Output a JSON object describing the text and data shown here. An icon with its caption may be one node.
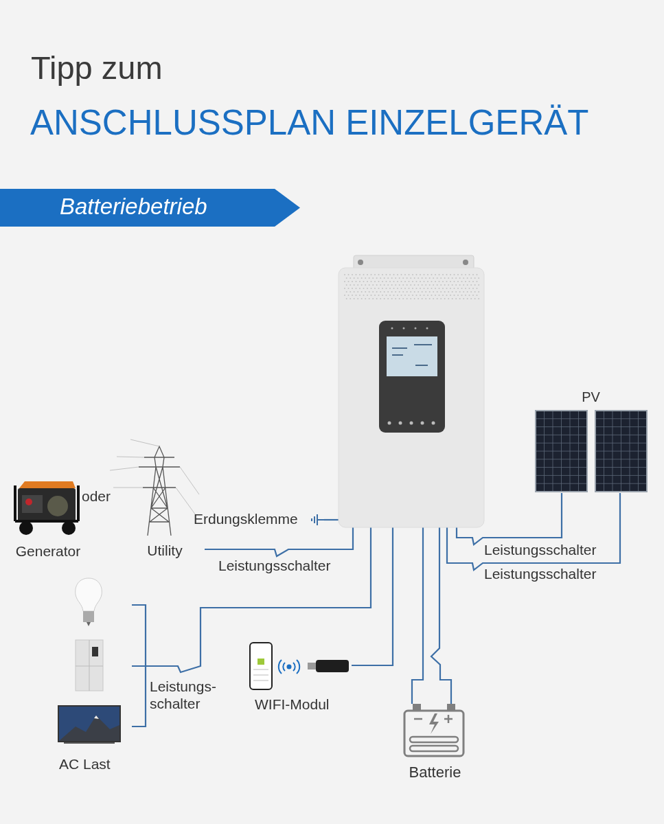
{
  "diagram": {
    "title": "ANSCHLUSSPLAN EINZELGERÄT",
    "nodes": [
      {
        "text": [
          "Batteriebetrieb"
        ]
      },
      {
        "text": [],
        "shape": "picture"
      },
      {
        "text": [
          "PV"
        ]
      },
      {
        "text": [
          "Generator"
        ]
      },
      {
        "text": [
          "Utility"
        ]
      },
      {
        "text": [
          "Erdungsklemme"
        ]
      },
      {
        "text": [
          "AC Last"
        ]
      },
      {
        "text": [
          "WIFI-Modul"
        ]
      },
      {
        "text": [
          "Batterie"
        ]
      }
    ],
    "edges": [
      {
        "from": 4,
        "to": 1,
        "arrow": "none",
        "label": "Leistungsschalter"
      },
      {
        "from": 5,
        "to": 1,
        "arrow": "none"
      },
      {
        "from": 2,
        "to": 1,
        "arrow": "none",
        "label": "Leistungsschalter"
      },
      {
        "from": 2,
        "to": 1,
        "arrow": "none",
        "label": "Leistungsschalter"
      },
      {
        "from": 6,
        "to": 1,
        "arrow": "none",
        "label": "Leistungs- schalter"
      },
      {
        "from": 7,
        "to": 1,
        "arrow": "none"
      },
      {
        "from": 1,
        "to": 8,
        "arrow": "none"
      },
      {
        "from": 1,
        "to": 8,
        "arrow": "none"
      }
    ],
    "labels": [
      "Tipp zum",
      "oder"
    ]
  }
}
